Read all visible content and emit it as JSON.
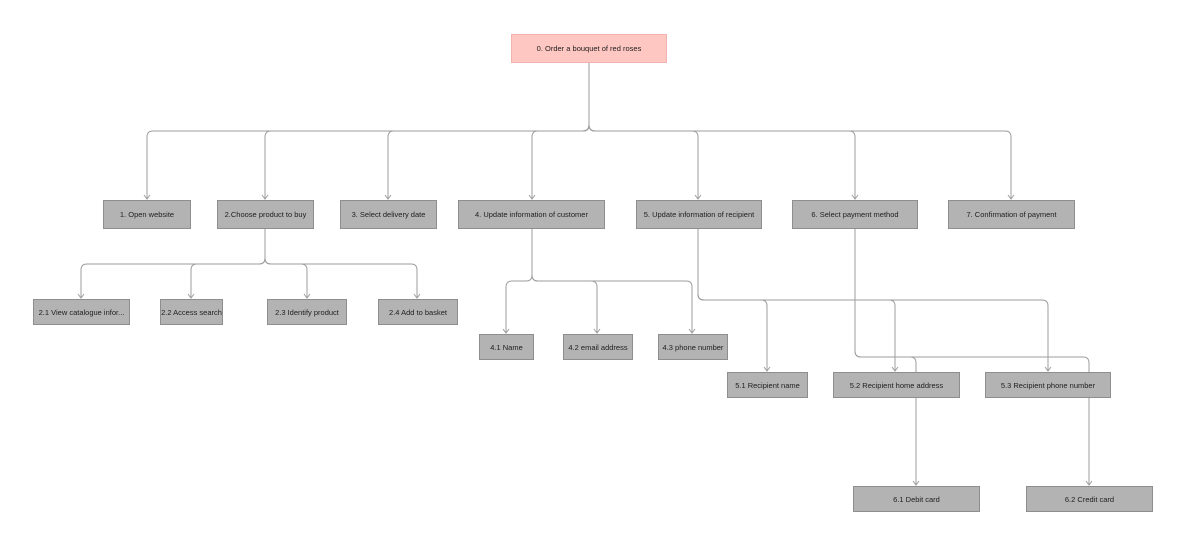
{
  "diagram": {
    "colors": {
      "node": "#b3b3b3",
      "root": "#ffc7c2",
      "connector": "#9e9e9e"
    },
    "nodes": {
      "root": "0. Order a bouquet of red roses",
      "n1": "1. Open website",
      "n2": "2.Choose product to buy",
      "n3": "3. Select delivery date",
      "n4": "4. Update information of customer",
      "n5": "5. Update information of recipient",
      "n6": "6. Select payment method",
      "n7": "7. Confirmation of payment",
      "n21": "2.1 View catalogue infor...",
      "n22": "2.2 Access search",
      "n23": "2.3 Identify product",
      "n24": "2.4 Add to basket",
      "n41": "4.1 Name",
      "n42": "4.2 email address",
      "n43": "4.3 phone number",
      "n51": "5.1 Recipient name",
      "n52": "5.2  Recipient home address",
      "n53": "5.3  Recipient phone number",
      "n61": "6.1 Debit card",
      "n62": "6.2 Credit card"
    }
  }
}
